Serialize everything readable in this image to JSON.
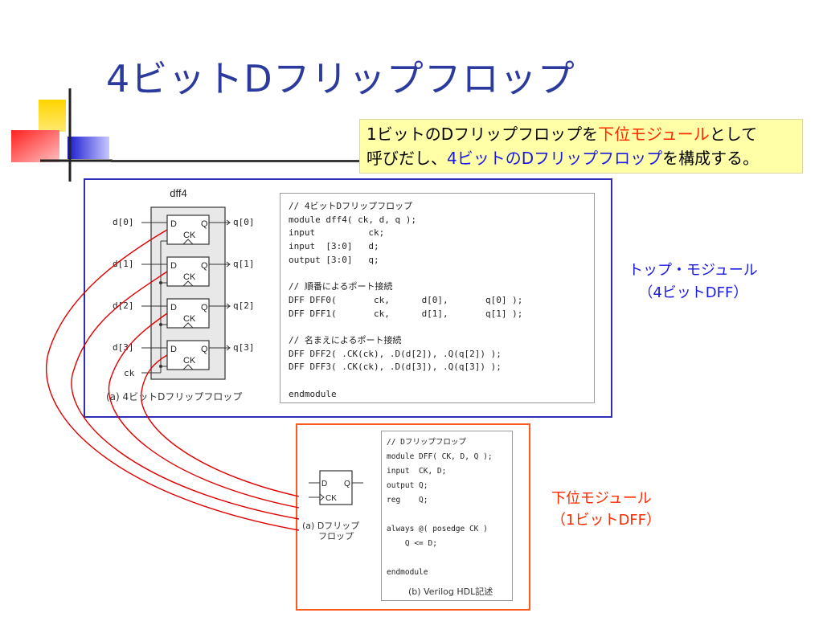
{
  "slide": {
    "title": "4ビットDフリップフロップ",
    "callout": {
      "line1_a": "1ビットのDフリップフロップを",
      "line1_b": "下位モジュール",
      "line1_c": "として",
      "line2_a": "呼びだし、",
      "line2_b": "4ビットのDフリップフロップ",
      "line2_c": "を構成する。"
    },
    "top_label": [
      "トップ・モジュール",
      "（4ビットDFF）"
    ],
    "low_label": [
      "下位モジュール",
      "（1ビットDFF）"
    ],
    "colors": {
      "title": "#2b3a9c",
      "accent_red": "#ff2a00",
      "accent_blue": "#1a1ae6",
      "callout_bg": "#ffffa8",
      "top_border": "#2d2db5",
      "low_border": "#ff5a1e"
    }
  },
  "top_figure": {
    "module_name": "dff4",
    "inputs": [
      "d[0]",
      "d[1]",
      "d[2]",
      "d[3]",
      "ck"
    ],
    "outputs": [
      "q[0]",
      "q[1]",
      "q[2]",
      "q[3]"
    ],
    "pin_d": "D",
    "pin_q": "Q",
    "pin_ck": "CK",
    "caption": "(a) 4ビットDフリップフロップ",
    "code": [
      "// 4ビットDフリップフロップ",
      "module dff4( ck, d, q );",
      "input          ck;",
      "input  [3:0]   d;",
      "output [3:0]   q;",
      "",
      "// 順番によるポート接続",
      "DFF DFF0(       ck,      d[0],       q[0] );",
      "DFF DFF1(       ck,      d[1],       q[1] );",
      "",
      "// 名まえによるポート接続",
      "DFF DFF2( .CK(ck), .D(d[2]), .Q(q[2]) );",
      "DFF DFF3( .CK(ck), .D(d[3]), .Q(q[3]) );",
      "",
      "endmodule"
    ]
  },
  "low_figure": {
    "pin_d": "D",
    "pin_q": "Q",
    "pin_ck": "CK",
    "caption_a": "(a) Dフリップ",
    "caption_a2": "フロップ",
    "caption_b": "(b) Verilog HDL記述",
    "code": [
      "// Dフリップフロップ",
      "module DFF( CK, D, Q );",
      "input  CK, D;",
      "output Q;",
      "reg    Q;",
      "",
      "always @( posedge CK )",
      "    Q <= D;",
      "",
      "endmodule"
    ]
  }
}
